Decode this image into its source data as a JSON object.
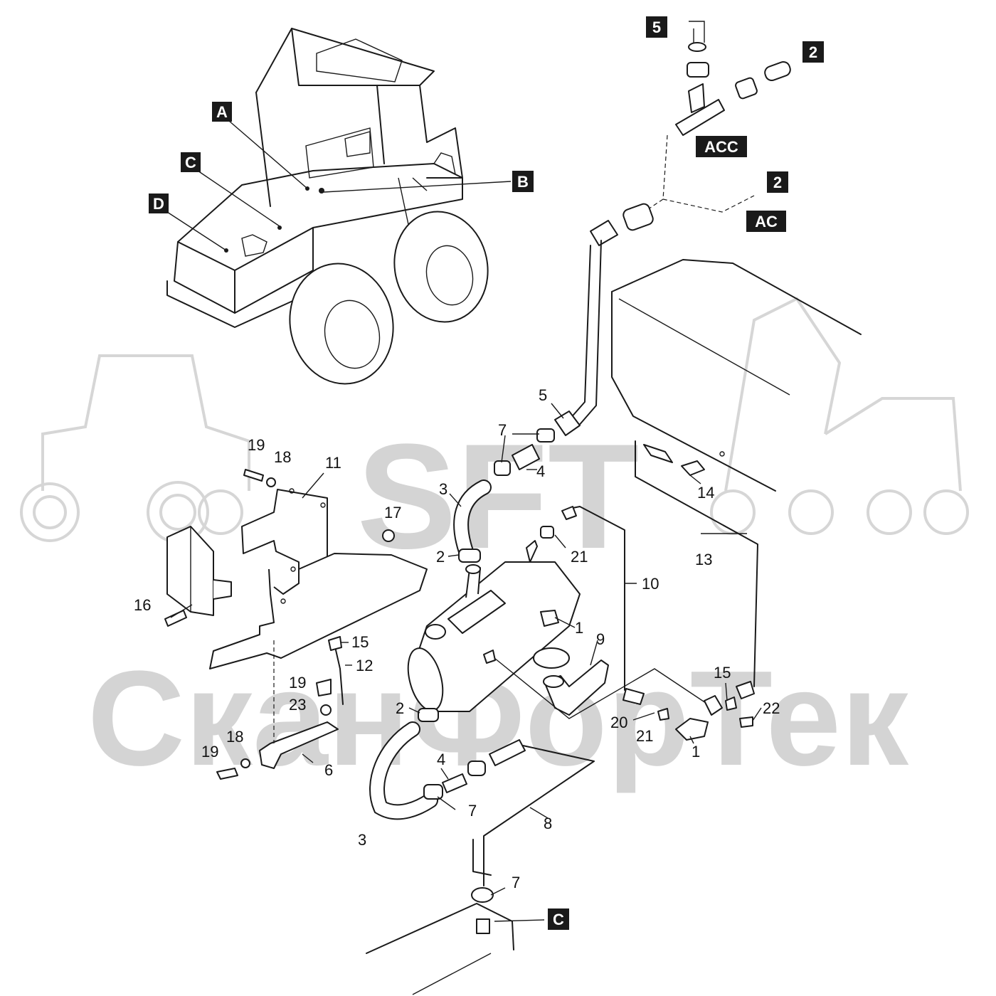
{
  "watermark": {
    "logo": "SFT",
    "company": "СканФорТек"
  },
  "tags": {
    "A": "A",
    "B": "B",
    "C": "C",
    "D": "D",
    "five": "5",
    "two_top": "2",
    "acc": "ACC",
    "two_mid": "2",
    "ac": "AC",
    "c_bottom": "C"
  },
  "callouts": {
    "n5": "5",
    "n7_top": "7",
    "n4_top": "4",
    "n3_top": "3",
    "n2_top": "2",
    "n21_top": "21",
    "n10": "10",
    "n13": "13",
    "n14": "14",
    "n19_top": "19",
    "n18_top": "18",
    "n11": "11",
    "n17": "17",
    "n16": "16",
    "n1_heater": "1",
    "n9": "9",
    "n15_left": "15",
    "n12": "12",
    "n19_mid": "19",
    "n23": "23",
    "n2_bottom": "2",
    "n15_right": "15",
    "n22": "22",
    "n20": "20",
    "n21_bottom": "21",
    "n1_sensor": "1",
    "n18_bottom": "18",
    "n19_bottom": "19",
    "n6": "6",
    "n4_bottom": "4",
    "n7_bottom": "7",
    "n8": "8",
    "n3_bottom": "3",
    "n7_tank": "7"
  }
}
